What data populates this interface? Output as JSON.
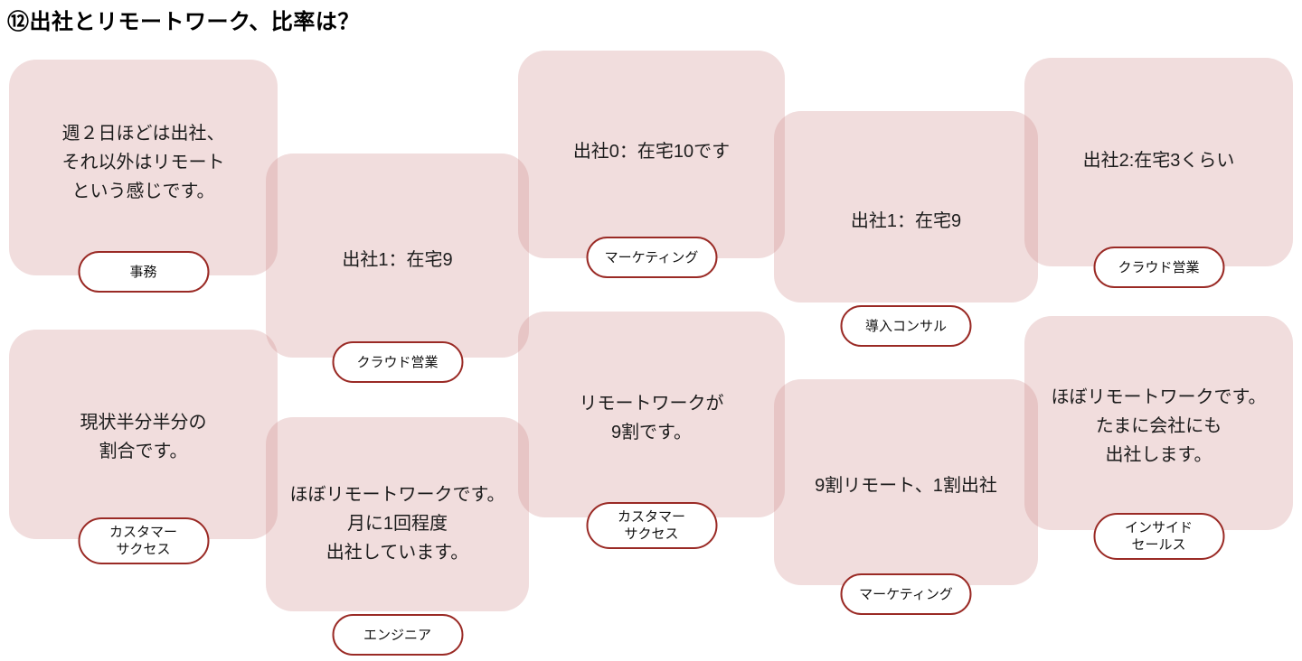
{
  "title": "⑫出社とリモートワーク、比率は？",
  "colors": {
    "card_fill": "#F2DEDE",
    "card_overlap": "#E6C6C7",
    "badge_border": "#9A2A25",
    "badge_background": "#FFFFFF",
    "text": "#1C1C1C",
    "title_text": "#000000"
  },
  "cards": [
    {
      "quote_lines": [
        "週２日ほどは出社、",
        "それ以外はリモート",
        "という感じです。"
      ],
      "department_lines": [
        "事務"
      ]
    },
    {
      "quote_lines": [
        "出社1：在宅9"
      ],
      "department_lines": [
        "クラウド営業"
      ]
    },
    {
      "quote_lines": [
        "出社0：在宅10です"
      ],
      "department_lines": [
        "マーケティング"
      ]
    },
    {
      "quote_lines": [
        "出社1：在宅9"
      ],
      "department_lines": [
        "導入コンサル"
      ]
    },
    {
      "quote_lines": [
        "出社2:在宅3くらい"
      ],
      "department_lines": [
        "クラウド営業"
      ]
    },
    {
      "quote_lines": [
        "現状半分半分の",
        "割合です。"
      ],
      "department_lines": [
        "カスタマー",
        "サクセス"
      ]
    },
    {
      "quote_lines": [
        "ほぼリモートワークです。",
        "月に1回程度",
        "出社しています。"
      ],
      "department_lines": [
        "エンジニア"
      ]
    },
    {
      "quote_lines": [
        "リモートワークが",
        "9割です。"
      ],
      "department_lines": [
        "カスタマー",
        "サクセス"
      ]
    },
    {
      "quote_lines": [
        "9割リモート、1割出社"
      ],
      "department_lines": [
        "マーケティング"
      ]
    },
    {
      "quote_lines": [
        "ほぼリモートワークです。",
        "たまに会社にも",
        "出社します。"
      ],
      "department_lines": [
        "インサイド",
        "セールス"
      ]
    }
  ]
}
